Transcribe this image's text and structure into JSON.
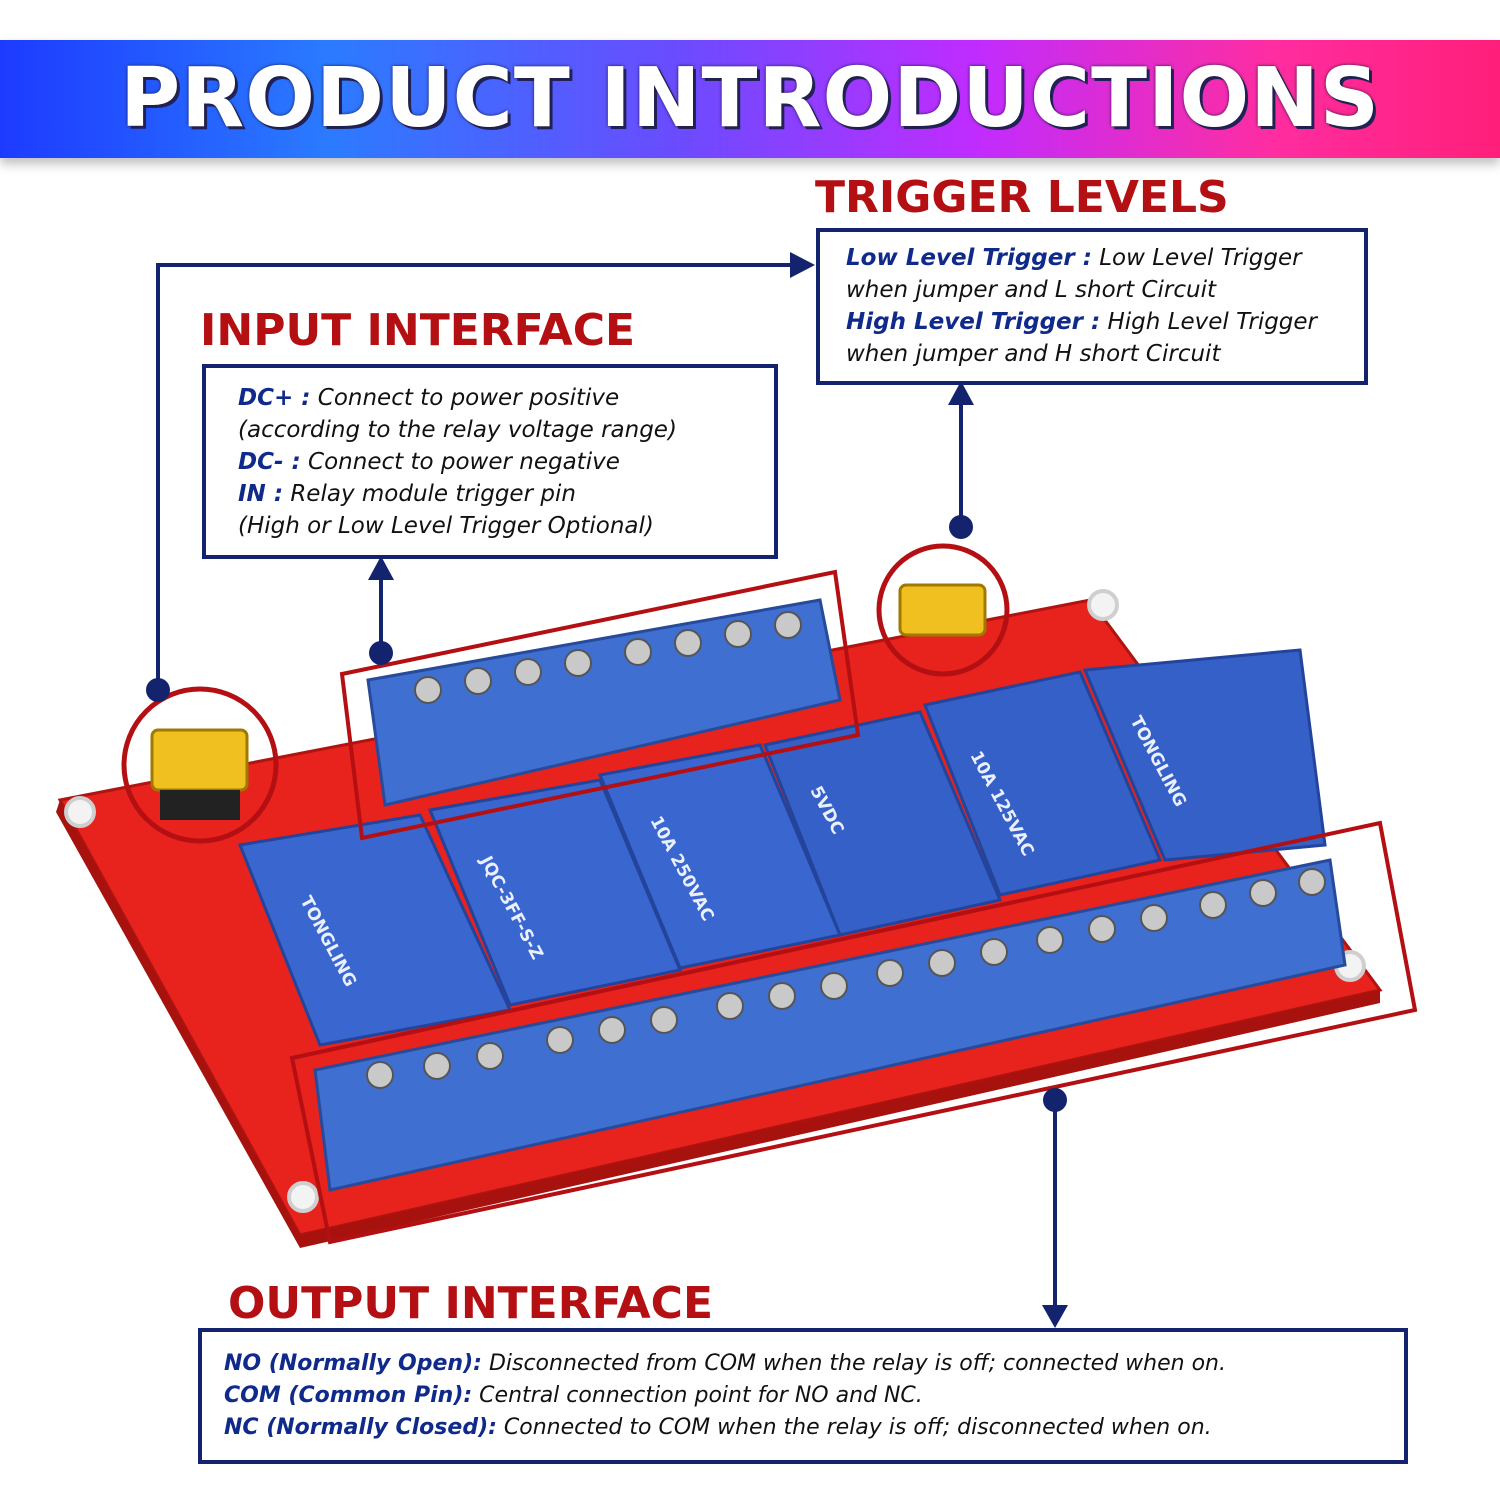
{
  "header": {
    "title": "PRODUCT INTRODUCTIONS"
  },
  "trigger": {
    "title": "TRIGGER LEVELS",
    "lines": [
      {
        "key": "Low Level Trigger :",
        "text": " Low Level Trigger"
      },
      {
        "key": "",
        "text": "when jumper and L short Circuit"
      },
      {
        "key": "High Level Trigger :",
        "text": " High Level Trigger"
      },
      {
        "key": "",
        "text": "when jumper and H short Circuit"
      }
    ]
  },
  "input": {
    "title": "INPUT INTERFACE",
    "lines": [
      {
        "key": "DC+ :",
        "text": " Connect to power positive"
      },
      {
        "key": "",
        "text": "(according to the relay voltage range)"
      },
      {
        "key": "DC- :",
        "text": " Connect to power negative"
      },
      {
        "key": "IN :",
        "text": " Relay module trigger pin"
      },
      {
        "key": "",
        "text": "(High or Low Level Trigger Optional)"
      }
    ]
  },
  "output": {
    "title": "OUTPUT INTERFACE",
    "lines": [
      {
        "key": "NO (Normally Open):",
        "text": " Disconnected from COM when the relay is off; connected when on."
      },
      {
        "key": "COM (Common Pin):",
        "text": " Central connection point for NO and NC."
      },
      {
        "key": "NC (Normally Closed):",
        "text": " Connected to COM when the relay is off; disconnected when on."
      }
    ]
  },
  "relay": {
    "brand": "TONGLING",
    "voltage": "5VDC",
    "rating1": "10A 250VAC",
    "rating2": "10A 125VAC",
    "model": "JQC-3FF-S-Z"
  },
  "colors": {
    "accent_red": "#b40f12",
    "navy": "#13236e",
    "pcb": "#e8221c",
    "relay_blue": "#3560c8"
  }
}
